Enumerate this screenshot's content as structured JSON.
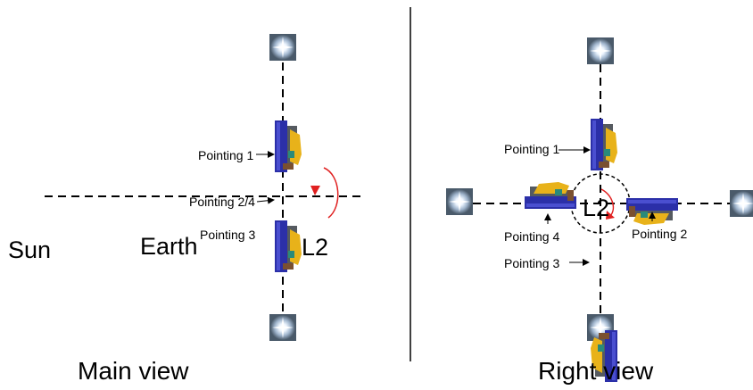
{
  "main_view": {
    "title": "Main view",
    "sun_label": "Sun",
    "earth_label": "Earth",
    "l2_label": "L2",
    "pointings": [
      "Pointing 1",
      "Pointing 2/4",
      "Pointing 3"
    ]
  },
  "right_view": {
    "title": "Right view",
    "l2_label": "L2",
    "pointings": [
      "Pointing 1",
      "Pointing 2",
      "Pointing 3",
      "Pointing 4"
    ]
  },
  "colors": {
    "spacecraft_body": "#2b2fa8",
    "solar_panel": "#e8b21a",
    "instrument": "#5a5a5a",
    "rotation_arrow": "#e02020",
    "star_tile": "#4a5a6a"
  }
}
